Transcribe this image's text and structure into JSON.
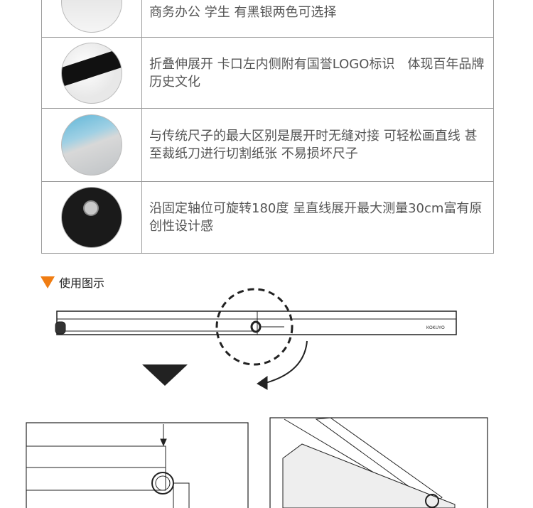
{
  "features": [
    {
      "text": "商务办公 学生 有黑银两色可选择"
    },
    {
      "text": "折叠伸展开 卡口左内侧附有国誉LOGO标识　体现百年品牌历史文化"
    },
    {
      "text": "与传统尺子的最大区别是展开时无缝对接 可轻松画直线 甚至裁纸刀进行切割纸张 不易损坏尺子"
    },
    {
      "text": "沿固定轴位可旋转180度 呈直线展开最大测量30cm富有原创性设计感"
    }
  ],
  "usage": {
    "heading": "使用图示"
  },
  "logo": "KOKUYO",
  "colors": {
    "accent": "#f07d12",
    "text": "#555555",
    "border": "#9a9a9a"
  }
}
